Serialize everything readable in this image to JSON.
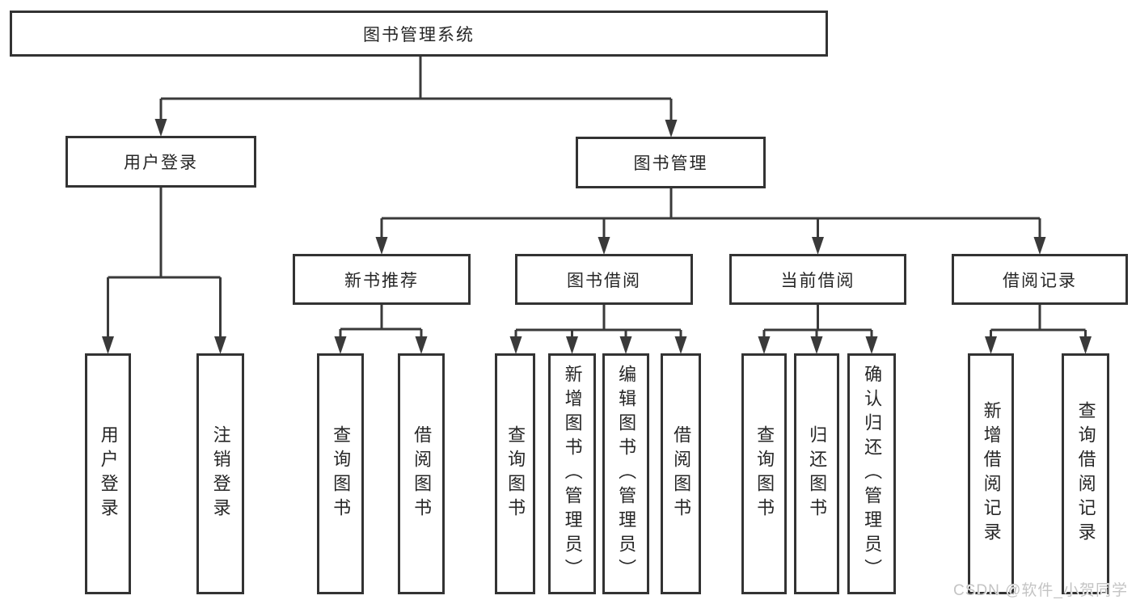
{
  "tree": {
    "root": "图书管理系统",
    "userLogin": {
      "label": "用户登录",
      "leaves": [
        "用户登录",
        "注销登录"
      ]
    },
    "bookManagement": {
      "label": "图书管理",
      "groups": [
        {
          "label": "新书推荐",
          "leaves": [
            "查询图书",
            "借阅图书"
          ]
        },
        {
          "label": "图书借阅",
          "leaves": [
            "查询图书",
            "新增图书（管理员）",
            "编辑图书（管理员）",
            "借阅图书"
          ]
        },
        {
          "label": "当前借阅",
          "leaves": [
            "查询图书",
            "归还图书",
            "确认归还（管理员）"
          ]
        },
        {
          "label": "借阅记录",
          "leaves": [
            "新增借阅记录",
            "查询借阅记录"
          ]
        }
      ]
    }
  },
  "watermark": "CSDN @软件_小贺同学",
  "colors": {
    "background": "#ffffff",
    "box_border": "#333333",
    "line": "#3a3a3a",
    "text": "#262626",
    "watermark": "#c4c4c4"
  }
}
